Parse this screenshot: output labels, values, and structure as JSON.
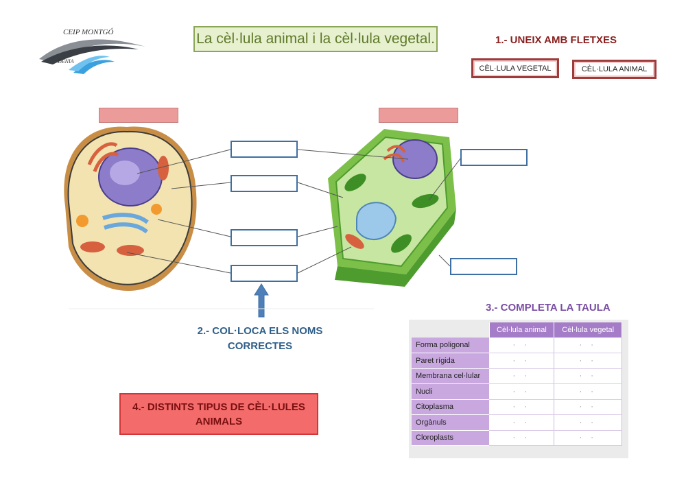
{
  "logo": {
    "text_top": "CEIP MONTGÓ",
    "text_bottom": "DÈNIA"
  },
  "title": "La cèl·lula animal i la cèl·lula vegetal.",
  "task1": {
    "heading": "1.- UNEIX AMB FLETXES",
    "buttons": [
      "CÈL·LULA VEGETAL",
      "CÈL·LULA ANIMAL"
    ]
  },
  "task2": {
    "line1": "2.- COL·LOCA ELS NOMS",
    "line2": "CORRECTES"
  },
  "task3": {
    "heading": "3.- COMPLETA LA TAULA",
    "columns": [
      "Cèl·lula animal",
      "Cèl·lula vegetal"
    ],
    "rows": [
      "Forma poligonal",
      "Paret rígida",
      "Membrana cel·lular",
      "Nucli",
      "Citoplasma",
      "Orgànuls",
      "Cloroplasts"
    ],
    "cell_placeholder": "· ·"
  },
  "task4": {
    "line1": "4.- DISTINTS TIPUS DE CÈL·LULES",
    "line2": "ANIMALS"
  },
  "colors": {
    "title_green": "#5f7a2a",
    "task1_red": "#8a1f1f",
    "task2_blue": "#2f5f8a",
    "task3_purple": "#7a4ea3",
    "task4_bg": "#f36b6b",
    "table_header": "#a57cc7"
  },
  "icons": [
    "montgo-wave-logo",
    "animal-cell-image",
    "plant-cell-image",
    "up-arrow-icon"
  ]
}
